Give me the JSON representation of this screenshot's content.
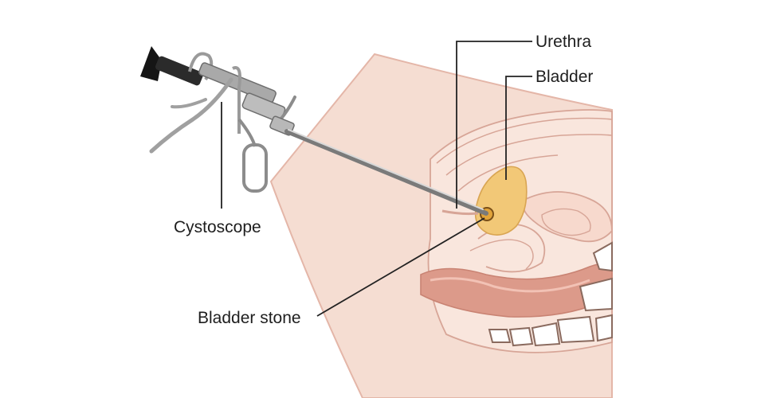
{
  "diagram": {
    "labels": {
      "urethra": "Urethra",
      "bladder": "Bladder",
      "cystoscope": "Cystoscope",
      "bladder_stone": "Bladder stone"
    },
    "colors": {
      "skin": "#f5ddd2",
      "skin_outline": "#e4b6a8",
      "tissue_line": "#d7a597",
      "bladder": "#f2c877",
      "rectum": "#dc9a8a",
      "bone": "#ffffff",
      "instrument": "#8a8a8a",
      "eyepiece": "#151515",
      "leader_line": "#222222"
    }
  }
}
